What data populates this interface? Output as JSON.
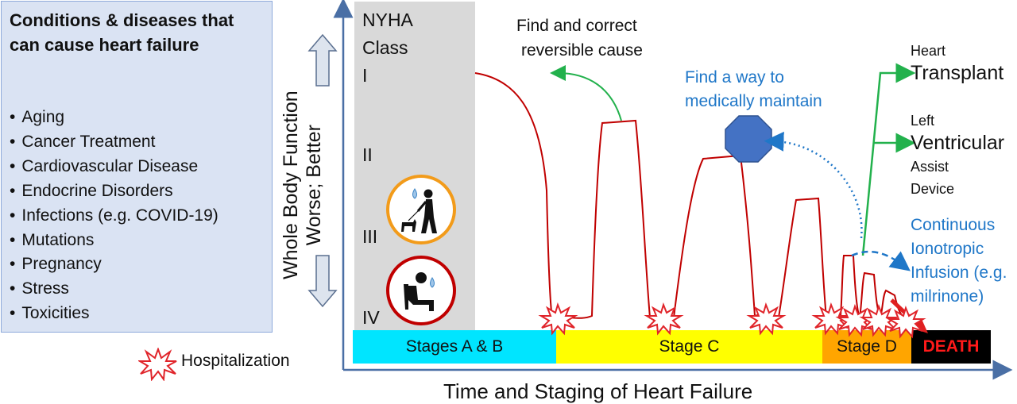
{
  "conditions": {
    "title": "Conditions & diseases that can cause heart failure",
    "items": [
      "Aging",
      "Cancer Treatment",
      "Cardiovascular Disease",
      "Endocrine Disorders",
      "Infections (e.g. COVID-19)",
      "Mutations",
      "Pregnancy",
      "Stress",
      "Toxicities"
    ]
  },
  "legend": {
    "hospitalization": "Hospitalization"
  },
  "y_axis": {
    "line1": "Whole Body Function",
    "line2": "Worse; Better"
  },
  "x_axis": {
    "label": "Time and Staging of Heart Failure"
  },
  "nyha": {
    "heading_line1": "NYHA",
    "heading_line2": "Class",
    "classes": [
      "I",
      "II",
      "III",
      "IV"
    ]
  },
  "stages": {
    "ab": "Stages A & B",
    "c": "Stage C",
    "d": "Stage D",
    "death": "DEATH"
  },
  "annotations": {
    "reversible_line1": "Find and correct",
    "reversible_line2": "reversible cause",
    "maintain_line1": "Find a way to",
    "maintain_line2": "medically maintain",
    "transplant_small": "Heart",
    "transplant_big": "Transplant",
    "lvad_small": "Left",
    "lvad_big": "Ventricular",
    "lvad_line3": "Assist",
    "lvad_line4": "Device",
    "infusion_line1": "Continuous",
    "infusion_line2": "Ionotropic",
    "infusion_line3": "Infusion (e.g.",
    "infusion_line4": "milrinone)"
  },
  "colors": {
    "curve": "#c00000",
    "green": "#22b14c",
    "blue": "#1f77c8",
    "stop_sign": "#4472c4"
  }
}
